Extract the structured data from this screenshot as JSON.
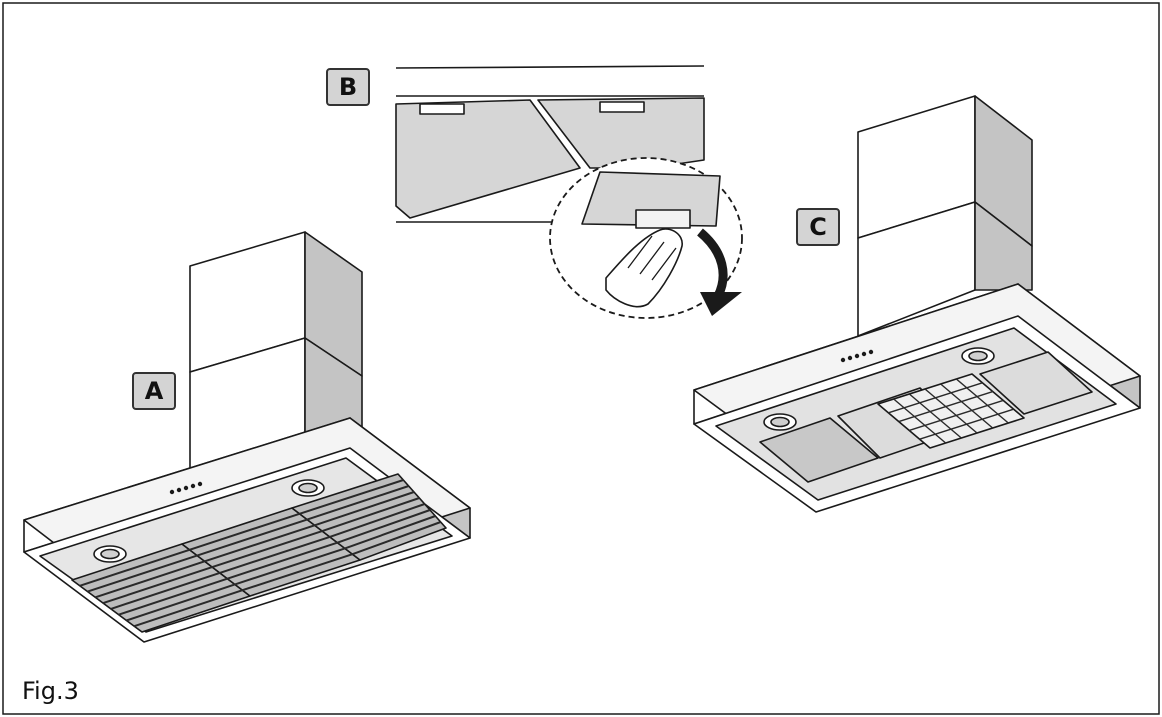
{
  "figure": {
    "caption": "Fig.3",
    "labels": {
      "a": "A",
      "b": "B",
      "c": "C"
    },
    "colors": {
      "stroke": "#1a1a1a",
      "panel_fill": "#d6d6d6",
      "side_fill": "#c4c4c4",
      "label_fill": "#d4d4d4",
      "arrow": "#1a1a1a"
    }
  }
}
